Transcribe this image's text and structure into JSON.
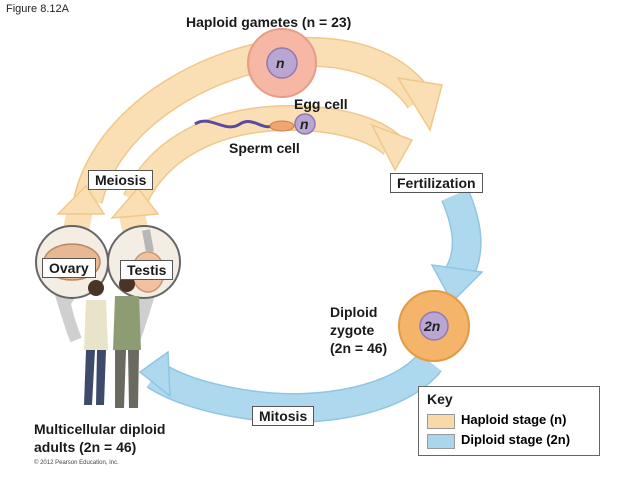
{
  "figure_label": "Figure 8.12A",
  "title": "Haploid gametes (n = 23)",
  "egg_cell": {
    "label": "Egg cell",
    "ploidy": "n"
  },
  "sperm_cell": {
    "label": "Sperm cell",
    "ploidy": "n"
  },
  "gamete_ploidy": "n",
  "processes": {
    "meiosis": "Meiosis",
    "fertilization": "Fertilization",
    "mitosis": "Mitosis"
  },
  "organs": {
    "ovary": "Ovary",
    "testis": "Testis"
  },
  "zygote": {
    "line1": "Diploid",
    "line2": "zygote",
    "line3": "(2n = 46)",
    "ploidy": "2n"
  },
  "adults": {
    "line1": "Multicellular diploid",
    "line2": "adults (2n = 46)"
  },
  "key": {
    "title": "Key",
    "items": [
      {
        "label": "Haploid stage (n)",
        "color": "#f9d9a8"
      },
      {
        "label": "Diploid stage (2n)",
        "color": "#a9d6ec"
      }
    ]
  },
  "colors": {
    "haploid_arrow": "#f9dfb3",
    "diploid_arrow": "#aed8ee",
    "adult_arrow": "#cfcfcf",
    "gamete_cell": "#f6b7a5",
    "zygote_cell": "#f4b56a",
    "nucleus": "#b9a6d2"
  },
  "copyright": "© 2012 Pearson Education, Inc."
}
